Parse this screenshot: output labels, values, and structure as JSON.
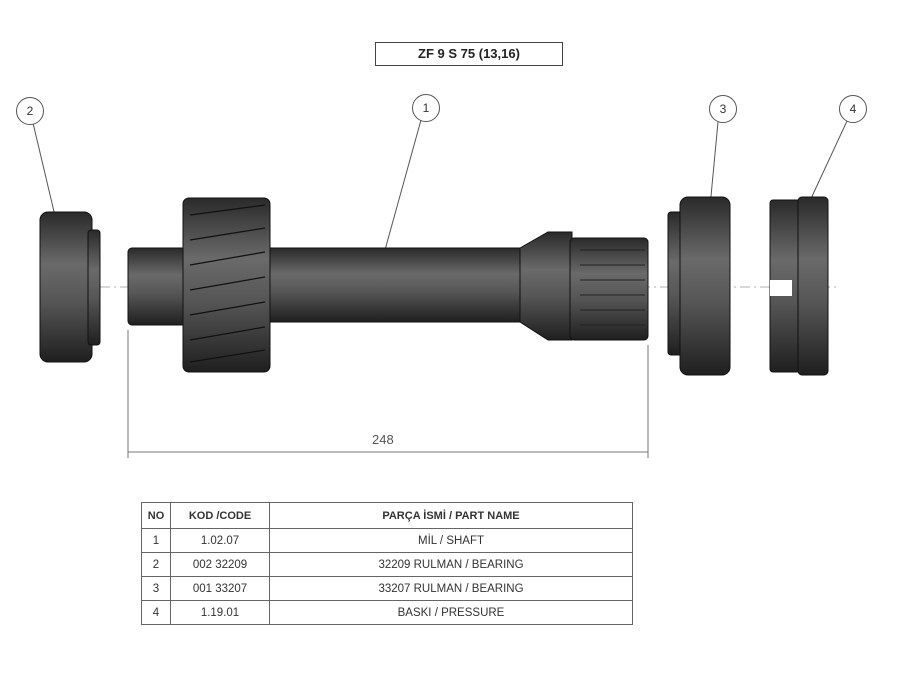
{
  "title": "ZF 9 S 75 (13,16)",
  "balloons": [
    "1",
    "2",
    "3",
    "4"
  ],
  "dimension": "248",
  "table": {
    "headers": [
      "NO",
      "KOD /CODE",
      "PARÇA İSMİ / PART NAME"
    ],
    "rows": [
      {
        "no": "1",
        "code": "1.02.07",
        "name": "MİL / SHAFT"
      },
      {
        "no": "2",
        "code": "002 32209",
        "name": "32209 RULMAN / BEARING"
      },
      {
        "no": "3",
        "code": "001 33207",
        "name": "33207 RULMAN / BEARING"
      },
      {
        "no": "4",
        "code": "1.19.01",
        "name": "BASKI / PRESSURE"
      }
    ]
  }
}
